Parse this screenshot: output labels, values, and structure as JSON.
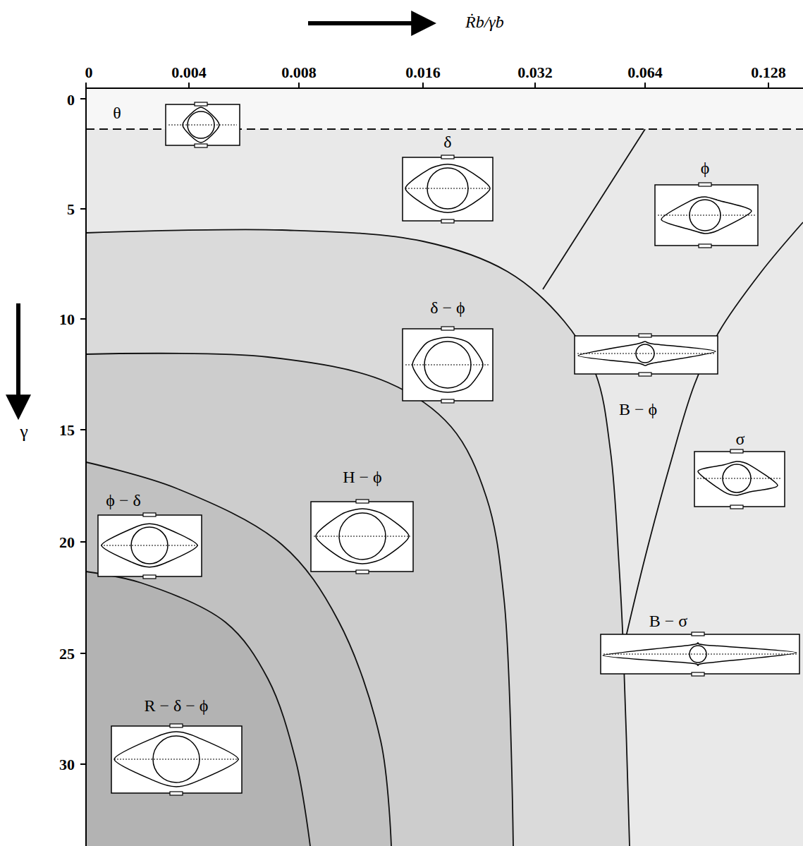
{
  "diagram": {
    "labels": [
      "Ṙb/γ̇b",
      "γ",
      "0",
      "0.004",
      "0.008",
      "0.016",
      "0.032",
      "0.064",
      "0.128",
      "0",
      "5",
      "10",
      "15",
      "20",
      "25",
      "30",
      "θ",
      "δ",
      "ϕ",
      "δ − ϕ",
      "B − ϕ",
      "σ",
      "H − ϕ",
      "ϕ − δ",
      "B − σ",
      "R − δ − ϕ"
    ]
  }
}
